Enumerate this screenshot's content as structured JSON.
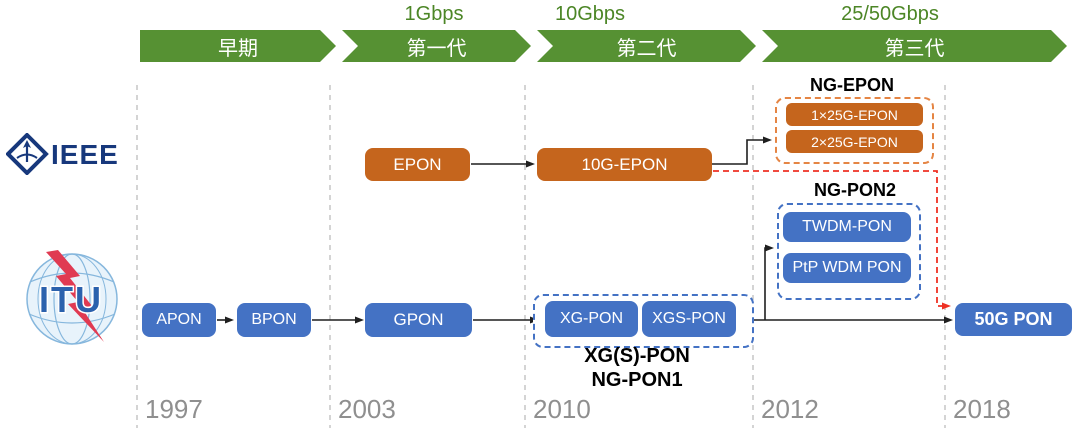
{
  "timeline": {
    "speeds": [
      "1Gbps",
      "10Gbps",
      "25/50Gbps"
    ],
    "generations": [
      "早期",
      "第一代",
      "第二代",
      "第三代"
    ],
    "years": [
      "1997",
      "2003",
      "2010",
      "2012",
      "2018"
    ]
  },
  "ieee": {
    "logo_text": "IEEE",
    "epon": "EPON",
    "ten_g_epon": "10G-EPON",
    "ng_epon": {
      "title": "NG-EPON",
      "items": [
        "1×25G-EPON",
        "2×25G-EPON"
      ]
    }
  },
  "itu": {
    "logo_text": "ITU",
    "apon": "APON",
    "bpon": "BPON",
    "gpon": "GPON",
    "xg_group": {
      "boxes": [
        "XG-PON",
        "XGS-PON"
      ],
      "caption_line1": "XG(S)-PON",
      "caption_line2": "NG-PON1"
    },
    "ng_pon2": {
      "title": "NG-PON2",
      "items": [
        "TWDM-PON",
        "PtP WDM PON"
      ]
    },
    "fifty_g": "50G PON"
  },
  "colors": {
    "generation_green": "#569133",
    "speed_text_green": "#4c8626",
    "ieee_orange": "#c5651d",
    "orange_dash": "#e58544",
    "itu_blue": "#4472c4",
    "red_dashed_arrow": "#ee3124",
    "grid_gray": "#bcbcbc",
    "year_gray": "#8f8f8f",
    "ieee_navy": "#17387c",
    "itu_text_blue": "#2b61ad",
    "itu_bolt_red": "#e03a52"
  }
}
